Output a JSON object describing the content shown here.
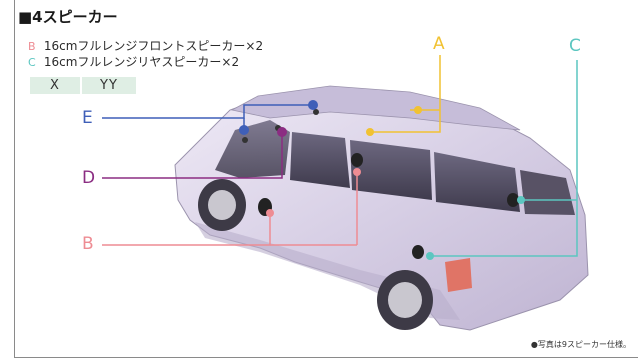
{
  "title": "■4スピーカー",
  "speakers": [
    {
      "letter": "B",
      "text": "16cmフルレンジフロントスピーカー×2",
      "color": "#ee8c93"
    },
    {
      "letter": "C",
      "text": "16cmフルレンジリヤスピーカー×2",
      "color": "#5cc6c0"
    }
  ],
  "tags": [
    "X",
    "YY"
  ],
  "callouts": {
    "A": {
      "label": "A",
      "color": "#f1c232"
    },
    "B": {
      "label": "B",
      "color": "#ee8c93"
    },
    "C": {
      "label": "C",
      "color": "#5cc6c0"
    },
    "D": {
      "label": "D",
      "color": "#8b2d82"
    },
    "E": {
      "label": "E",
      "color": "#3f5fb8"
    }
  },
  "footnote": "●写真は9スピーカー仕様。",
  "car_body_color": "#d9d1e6"
}
